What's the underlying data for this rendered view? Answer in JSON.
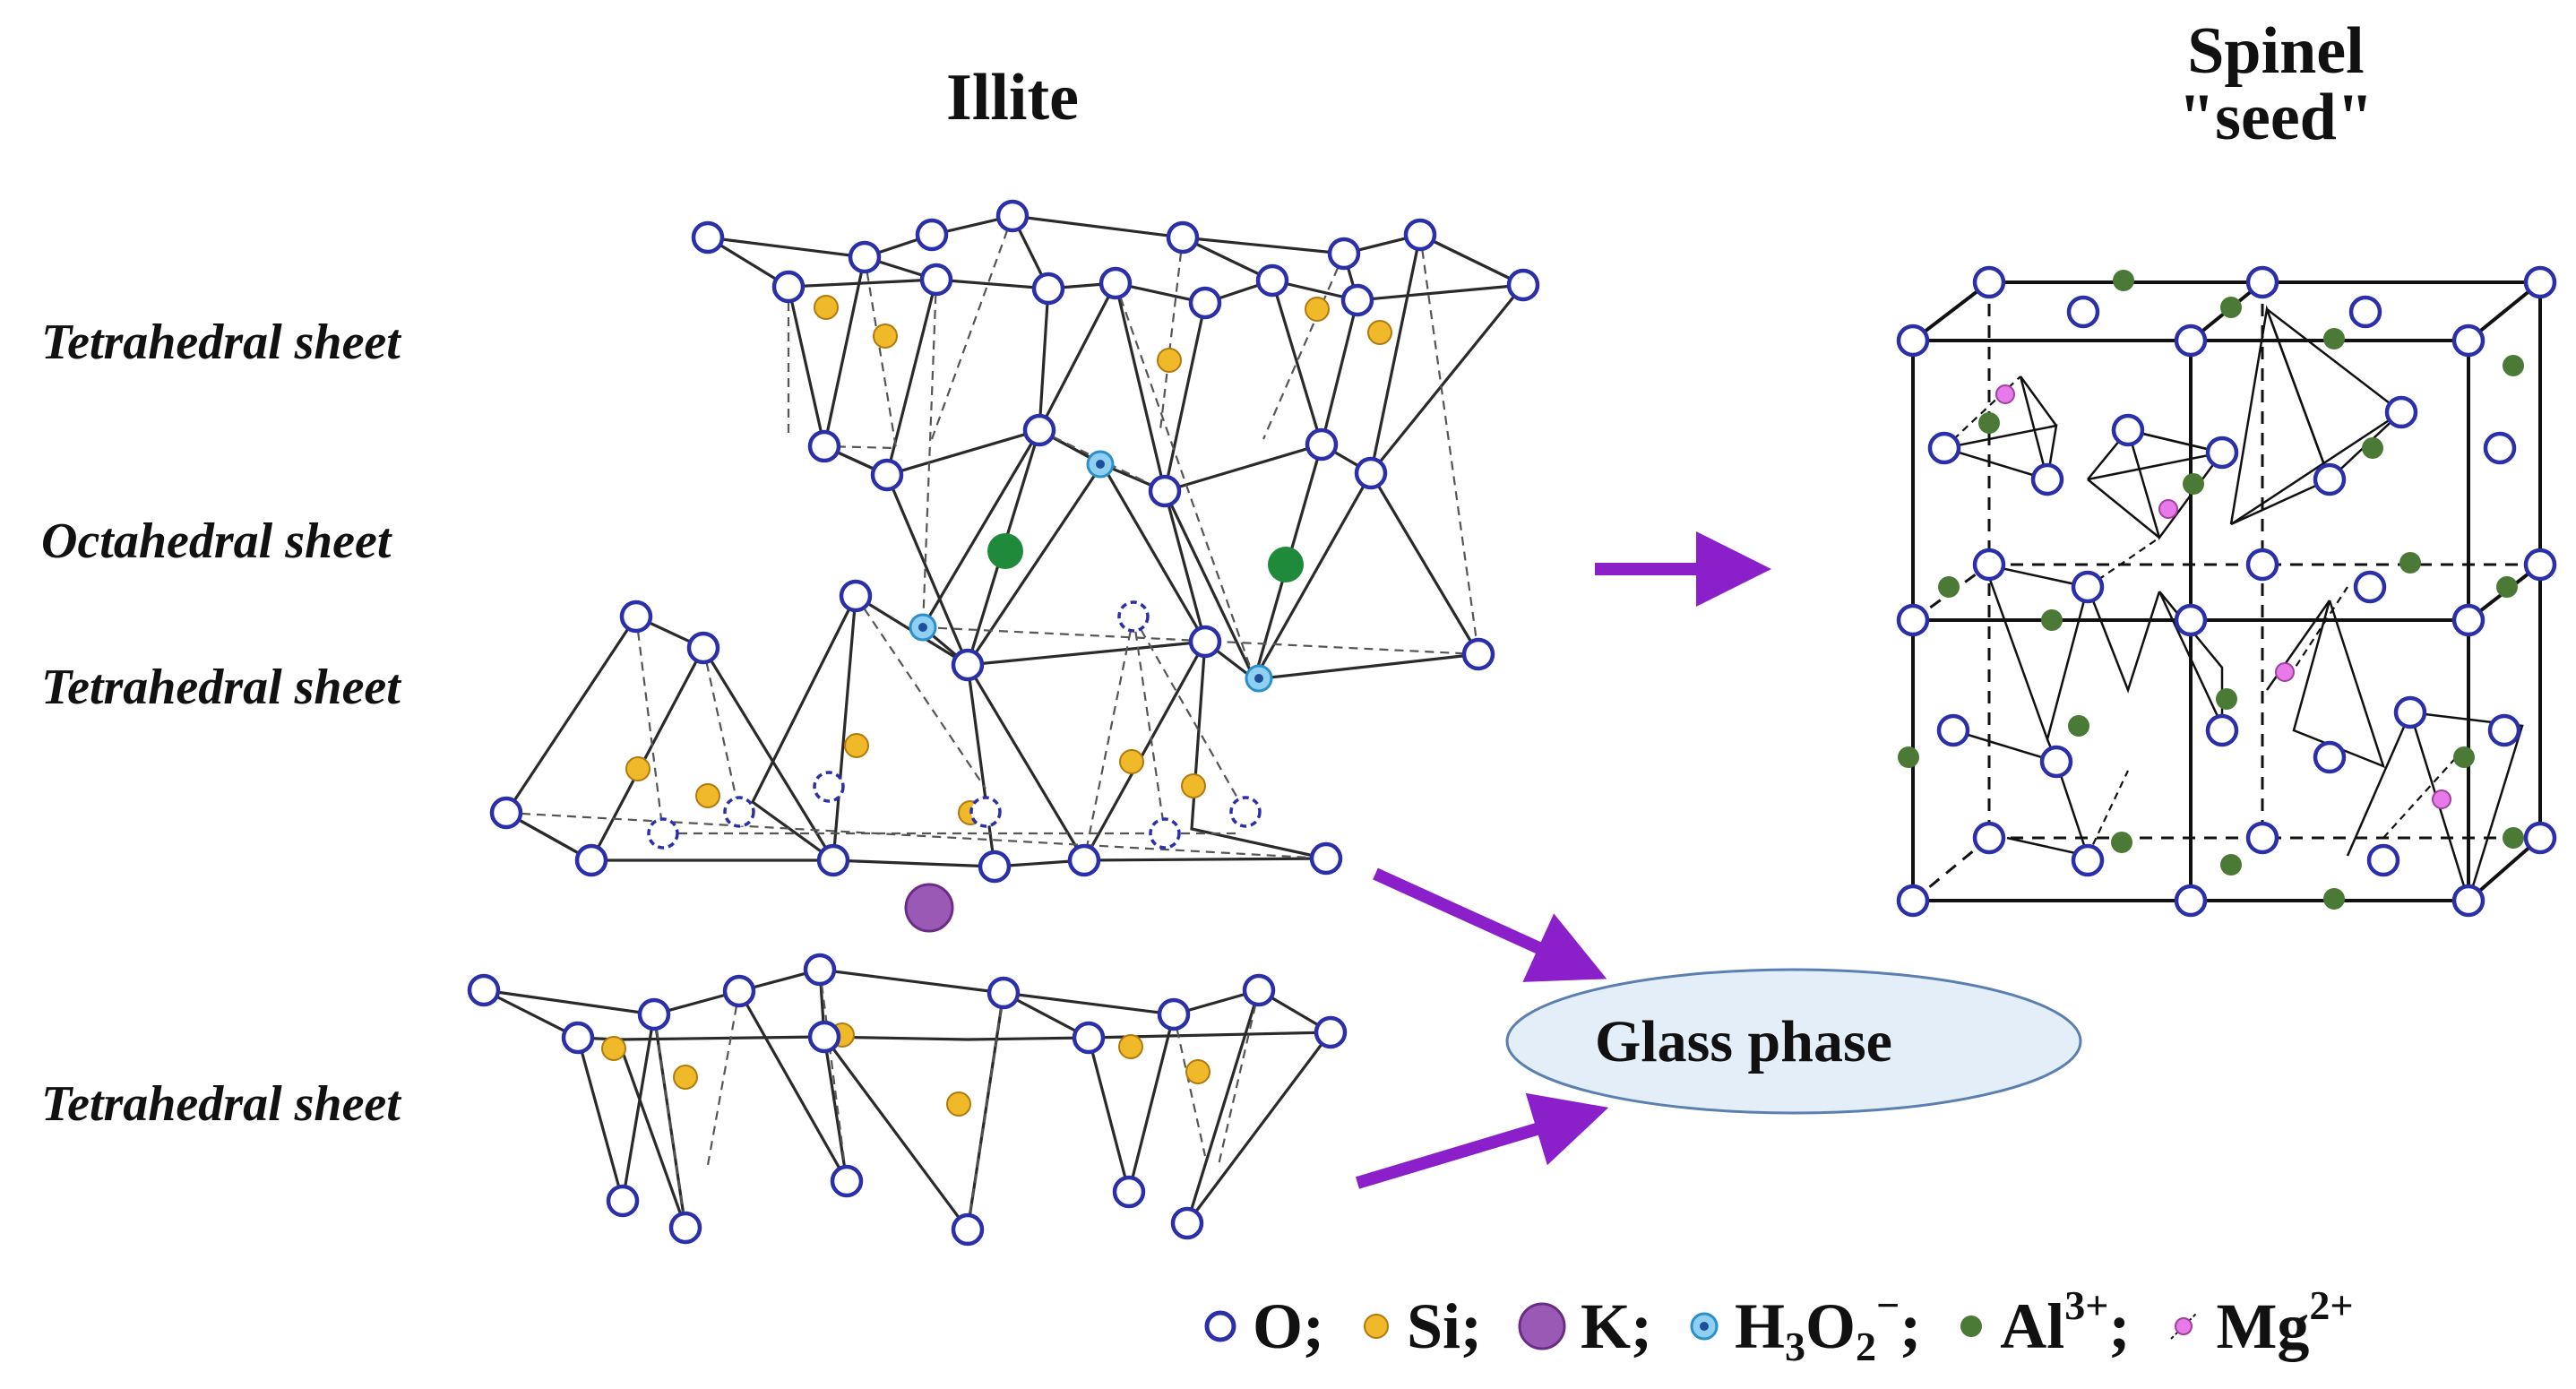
{
  "titles": {
    "illite": "Illite",
    "spinel_line1": "Spinel",
    "spinel_line2": "\"seed\""
  },
  "sheet_labels": {
    "tetra_top": "Tetrahedral sheet",
    "octa": "Octahedral sheet",
    "tetra_mid": "Tetrahedral sheet",
    "tetra_bottom": "Tetrahedral sheet"
  },
  "glass_phase": "Glass phase",
  "legend": {
    "o": "O;",
    "si": "Si;",
    "k": "K;",
    "h3o2_base": "H",
    "h3o2_sub1": "3",
    "h3o2_o": "O",
    "h3o2_sub2": "2",
    "h3o2_sup": "−",
    "h3o2_end": ";",
    "al_base": "Al",
    "al_sup": "3+",
    "al_end": ";",
    "mg_base": "Mg",
    "mg_sup": "2+"
  },
  "colors": {
    "oxygen": "#2b2fa8",
    "silicon": "#f0b92a",
    "potassium": "#9b59b6",
    "hydroxyl": "#3aa0d8",
    "aluminium": "#4a7a35",
    "magnesium": "#e879e8",
    "octa_al": "#1f8a3a",
    "arrow": "#8b1fc9",
    "ellipse_fill": "#e4eef8",
    "ellipse_stroke": "#5a7fb0"
  },
  "icons": [
    "oxygen-atom-icon",
    "silicon-atom-icon",
    "potassium-atom-icon",
    "hydroxyl-ion-icon",
    "aluminium-ion-icon",
    "magnesium-ion-icon",
    "arrow-icon"
  ]
}
